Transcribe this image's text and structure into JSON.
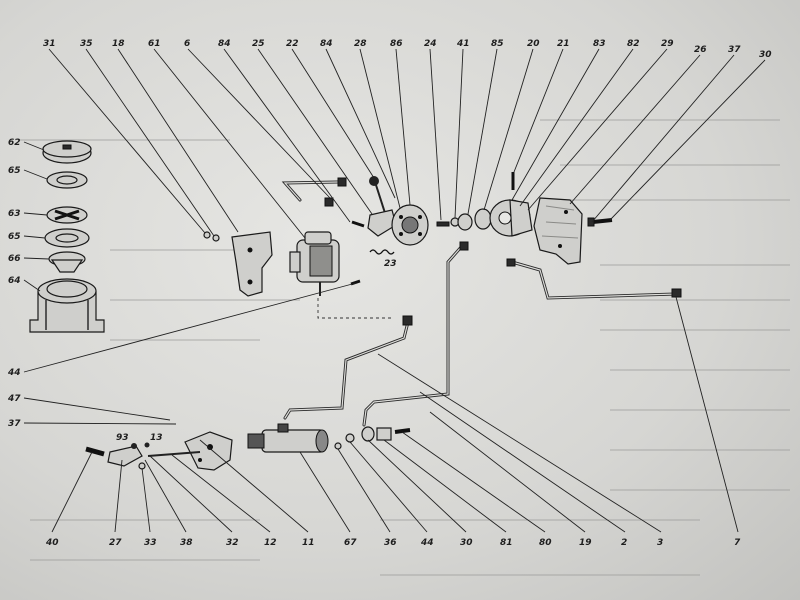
{
  "callouts": {
    "top": [
      "31",
      "35",
      "18",
      "61",
      "6",
      "84",
      "25",
      "22",
      "84",
      "28",
      "86",
      "24",
      "41",
      "85",
      "20",
      "21",
      "83",
      "82",
      "29",
      "26",
      "37",
      "30"
    ],
    "left": [
      "62",
      "65",
      "63",
      "65",
      "66",
      "64",
      "44",
      "47",
      "37"
    ],
    "bottom": [
      "40",
      "27",
      "33",
      "38",
      "32",
      "12",
      "11",
      "67",
      "36",
      "44",
      "30",
      "81",
      "80",
      "19",
      "2",
      "3",
      "7"
    ],
    "inline": [
      "23",
      "93",
      "13"
    ]
  },
  "colors": {
    "ink": "#1e1e1e",
    "paper": "#d9d9d7",
    "part_fill": "#cfcfcc"
  }
}
